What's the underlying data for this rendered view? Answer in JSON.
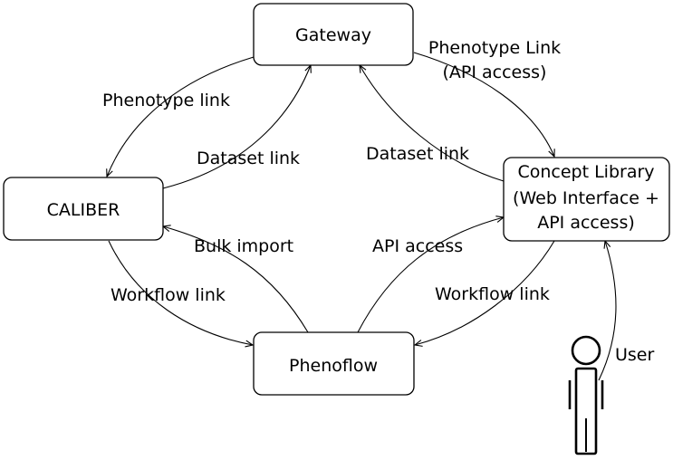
{
  "diagram": {
    "nodes": {
      "gateway": {
        "label": "Gateway"
      },
      "caliber": {
        "label": "CALIBER"
      },
      "concept_library": {
        "lines": [
          "Concept Library",
          "(Web Interface +",
          "API access)"
        ]
      },
      "phenoflow": {
        "label": "Phenoflow"
      }
    },
    "edges": {
      "gateway_to_caliber": {
        "label": "Phenotype link"
      },
      "caliber_to_gateway": {
        "label": "Dataset link"
      },
      "gateway_to_concept_library": {
        "lines": [
          "Phenotype Link",
          "(API access)"
        ]
      },
      "concept_library_to_gateway": {
        "label": "Dataset link"
      },
      "phenoflow_to_caliber": {
        "label": "Bulk import"
      },
      "phenoflow_to_concept_library": {
        "label": "API access"
      },
      "caliber_to_phenoflow": {
        "label": "Workflow link"
      },
      "concept_library_to_phenoflow": {
        "label": "Workflow link"
      },
      "user_to_concept_library": {
        "label": "User"
      }
    },
    "actor": {
      "name": "user",
      "icon": "person-icon"
    }
  }
}
